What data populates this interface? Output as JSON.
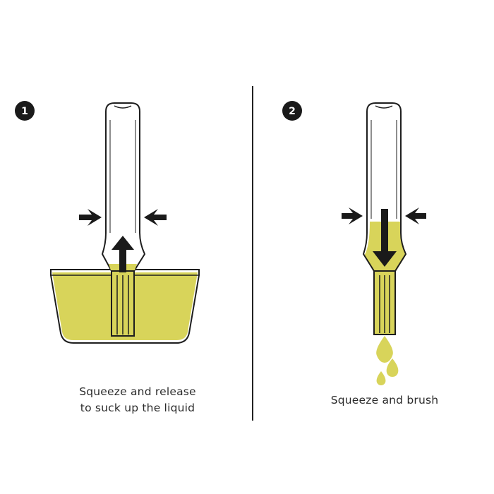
{
  "steps": [
    {
      "number": "1",
      "caption_line1": "Squeeze and release",
      "caption_line2": "to suck up the liquid"
    },
    {
      "number": "2",
      "caption_line1": "Squeeze and brush"
    }
  ],
  "colors": {
    "liquid": "#d8d45a",
    "outline": "#1e1e1e",
    "badge": "#1a1a1a",
    "divider": "#222222"
  },
  "icons": [
    "squeeze-arrow-left-icon",
    "squeeze-arrow-right-icon",
    "suction-up-arrow-icon",
    "dispense-down-arrow-icon",
    "oil-drop-icon"
  ]
}
